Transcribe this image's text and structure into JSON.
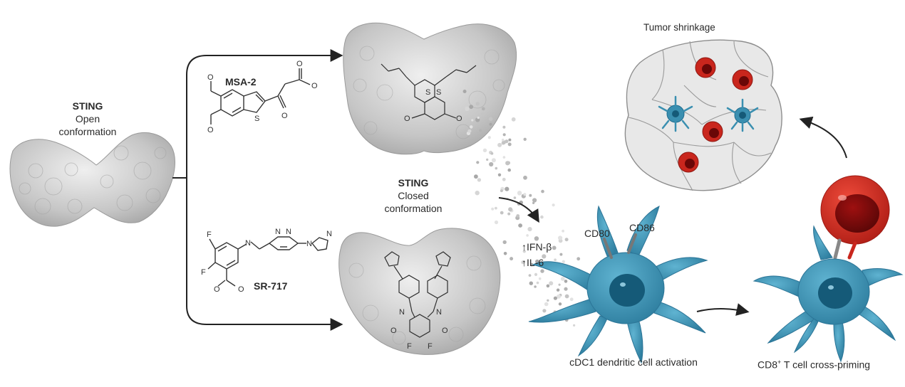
{
  "open_state": {
    "protein": "STING",
    "line1": "Open",
    "line2": "conformation"
  },
  "closed_state": {
    "protein": "STING",
    "line1": "Closed",
    "line2": "conformation"
  },
  "agonists": {
    "top": {
      "name": "MSA-2"
    },
    "bottom": {
      "name": "SR-717"
    }
  },
  "cytokines": {
    "first": "IFN-β",
    "second": "IL-6",
    "arrow_symbol": "↑"
  },
  "dendritic_cell": {
    "marker_left": "CD80",
    "marker_right": "CD86",
    "caption": "cDC1 dendritic cell activation"
  },
  "t_cell": {
    "caption_prefix": "CD8",
    "caption_superscript": "+",
    "caption_suffix": " T cell cross-priming"
  },
  "tumor": {
    "caption": "Tumor shrinkage"
  },
  "colors": {
    "protein_surface": "#c9c9c9",
    "dendritic_cell": "#3a8fb0",
    "dendritic_nucleus": "#155a78",
    "t_cell": "#c9261d",
    "tumor_cells": "#e4e4e4",
    "arrows": "#222222"
  },
  "icons": [
    "protein-surface-icon",
    "dendritic-cell-icon",
    "t-cell-icon",
    "tumor-cluster-icon",
    "cytokine-dots-icon"
  ]
}
